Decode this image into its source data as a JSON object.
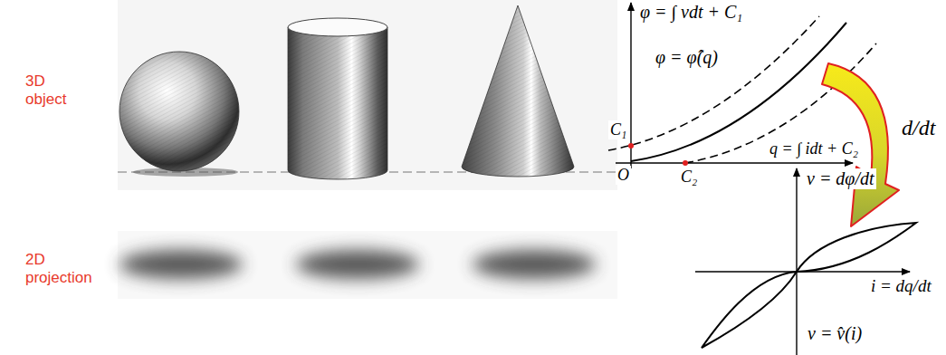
{
  "diagram": {
    "labels": [
      "3D object",
      "2D projection",
      "φ = ∫ vdt + C₁",
      "φ = φ̂(q)",
      "C₁",
      "O",
      "C₂",
      "q = ∫ idt + C₂",
      "d/dt",
      "v = dφ/dt",
      "i = dq/dt",
      "v = v̂(i)"
    ]
  }
}
